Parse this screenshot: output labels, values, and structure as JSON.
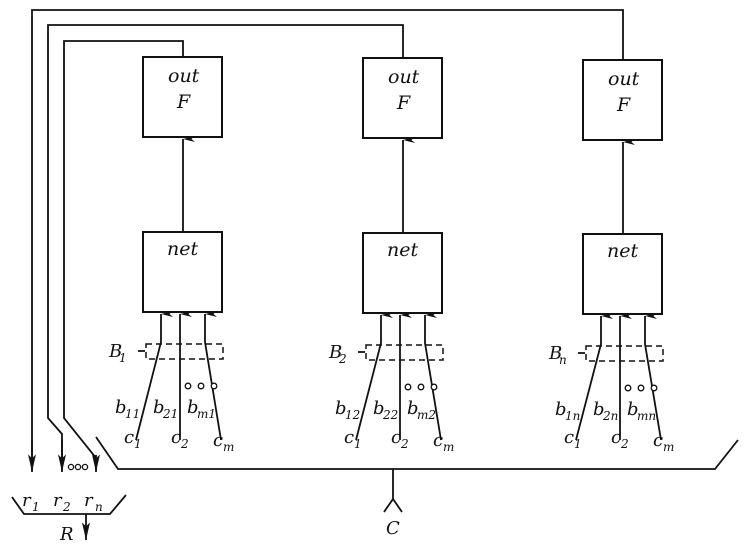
{
  "diagram": {
    "title": "",
    "units": [
      {
        "out_label": "out",
        "func_label": "F",
        "net_label": "net",
        "weight_group": {
          "main": "B",
          "sub": "1"
        },
        "weights": [
          {
            "main": "b",
            "sub": "11"
          },
          {
            "main": "b",
            "sub": "21"
          },
          {
            "main": "b",
            "sub": "m1"
          }
        ],
        "inputs": [
          {
            "main": "c",
            "sub": "1"
          },
          {
            "main": "c",
            "sub": "2"
          },
          {
            "main": "c",
            "sub": "m"
          }
        ]
      },
      {
        "out_label": "out",
        "func_label": "F",
        "net_label": "net",
        "weight_group": {
          "main": "B",
          "sub": "2"
        },
        "weights": [
          {
            "main": "b",
            "sub": "12"
          },
          {
            "main": "b",
            "sub": "22"
          },
          {
            "main": "b",
            "sub": "m2"
          }
        ],
        "inputs": [
          {
            "main": "c",
            "sub": "1"
          },
          {
            "main": "c",
            "sub": "2"
          },
          {
            "main": "c",
            "sub": "m"
          }
        ]
      },
      {
        "out_label": "out",
        "func_label": "F",
        "net_label": "net",
        "weight_group": {
          "main": "B",
          "sub": "n"
        },
        "weights": [
          {
            "main": "b",
            "sub": "1n"
          },
          {
            "main": "b",
            "sub": "2n"
          },
          {
            "main": "b",
            "sub": "mn"
          }
        ],
        "inputs": [
          {
            "main": "c",
            "sub": "1"
          },
          {
            "main": "c",
            "sub": "2"
          },
          {
            "main": "c",
            "sub": "m"
          }
        ]
      }
    ],
    "outputs": [
      {
        "main": "r",
        "sub": "1"
      },
      {
        "main": "r",
        "sub": "2"
      },
      {
        "main": "r",
        "sub": "n"
      }
    ],
    "output_bus_label": "R",
    "input_bus_label": "C"
  }
}
